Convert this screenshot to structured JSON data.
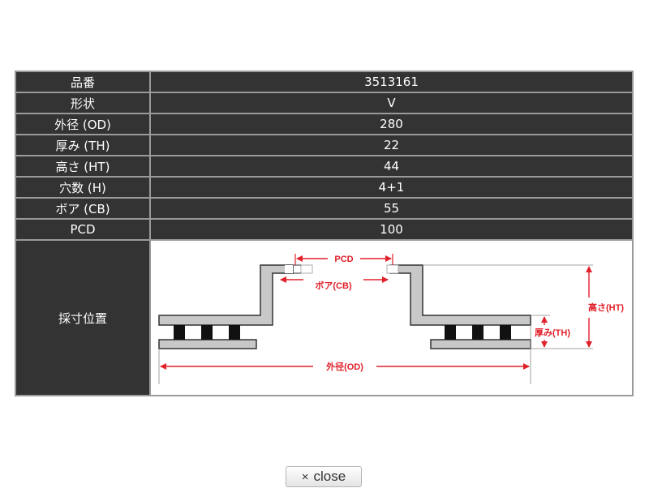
{
  "specs": [
    {
      "label": "品番",
      "value": "3513161"
    },
    {
      "label": "形状",
      "value": "V"
    },
    {
      "label": "外径 (OD)",
      "value": "280"
    },
    {
      "label": "厚み (TH)",
      "value": "22"
    },
    {
      "label": "高さ (HT)",
      "value": "44"
    },
    {
      "label": "穴数 (H)",
      "value": "4+1"
    },
    {
      "label": "ボア (CB)",
      "value": "55"
    },
    {
      "label": "PCD",
      "value": "100"
    }
  ],
  "diagram_row": {
    "label": "採寸位置",
    "labels": {
      "pcd": "PCD",
      "bore": "ボア(CB)",
      "height": "高さ(HT)",
      "thickness": "厚み(TH)",
      "outer_diameter": "外径(OD)"
    }
  },
  "close_button": {
    "icon": "×",
    "label": "close"
  },
  "colors": {
    "header_bg": "#333333",
    "border": "#9a9a9a",
    "dimension": "#e0202a",
    "rotor_fill": "#c8c8c8"
  }
}
